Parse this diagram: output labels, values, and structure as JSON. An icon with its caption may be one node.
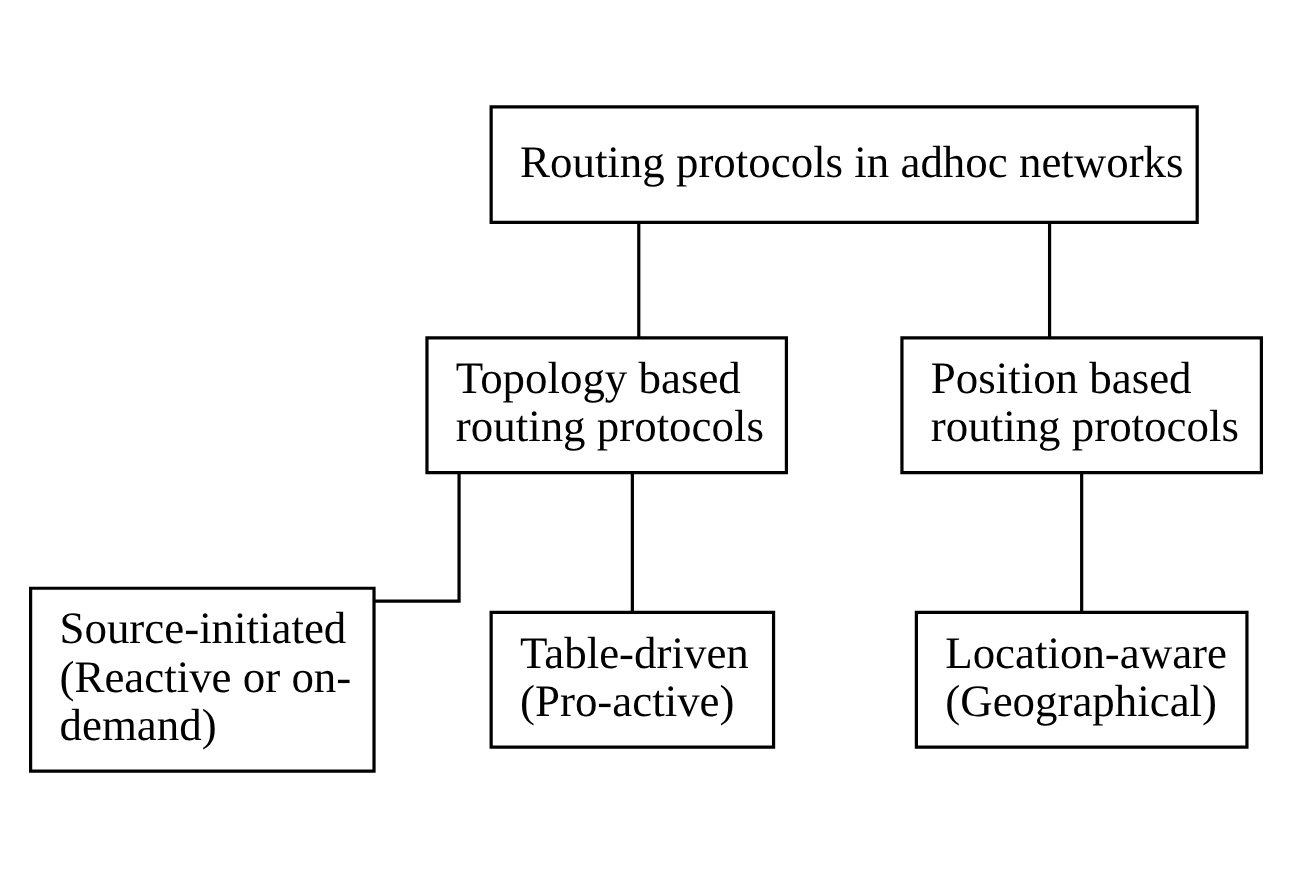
{
  "diagram": {
    "nodes": [
      {
        "text": [
          "Routing protocols in adhoc networks"
        ]
      },
      {
        "text": [
          "Topology based routing protocols"
        ]
      },
      {
        "text": [
          "Position based routing protocols"
        ]
      },
      {
        "text": [
          "Source-initiated (Reactive or on-demand)"
        ]
      },
      {
        "text": [
          "Table-driven (Pro-active)"
        ]
      },
      {
        "text": [
          "Location-aware (Geographical)"
        ]
      }
    ],
    "edges": [
      {
        "from": 0,
        "to": 1,
        "arrow": "none"
      },
      {
        "from": 0,
        "to": 2,
        "arrow": "none"
      },
      {
        "from": 1,
        "to": 3,
        "arrow": "none"
      },
      {
        "from": 1,
        "to": 4,
        "arrow": "none"
      },
      {
        "from": 2,
        "to": 5,
        "arrow": "none"
      }
    ]
  }
}
